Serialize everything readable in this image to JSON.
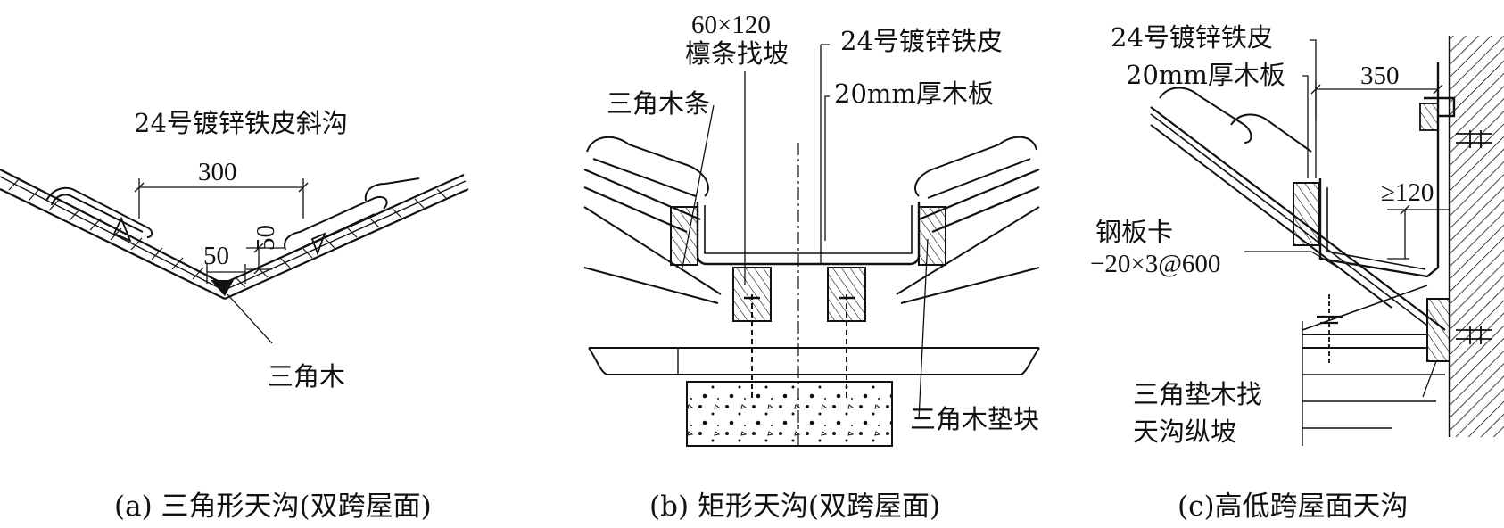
{
  "panel_a": {
    "gutter_label": "24号镀锌铁皮斜沟",
    "dim_width": "300",
    "dim_height": "50",
    "dim_small": "50",
    "triangle_wood": "三角木",
    "caption": "(a) 三角形天沟(双跨屋面)"
  },
  "panel_b": {
    "purlin_size": "60×120",
    "purlin_slope": "檩条找坡",
    "galvanized_sheet": "24号镀锌铁皮",
    "wood_board": "20mm厚木板",
    "triangle_strip": "三角木条",
    "triangle_pad": "三角木垫块",
    "caption": "(b) 矩形天沟(双跨屋面)"
  },
  "panel_c": {
    "galvanized_sheet": "24号镀锌铁皮",
    "wood_board": "20mm厚木板",
    "dim_width": "350",
    "dim_height": "≥120",
    "clip_label": "钢板卡",
    "clip_spec": "−20×3@600",
    "pad_slope_1": "三角垫木找",
    "pad_slope_2": "天沟纵坡",
    "caption": "(c)高低跨屋面天沟"
  }
}
